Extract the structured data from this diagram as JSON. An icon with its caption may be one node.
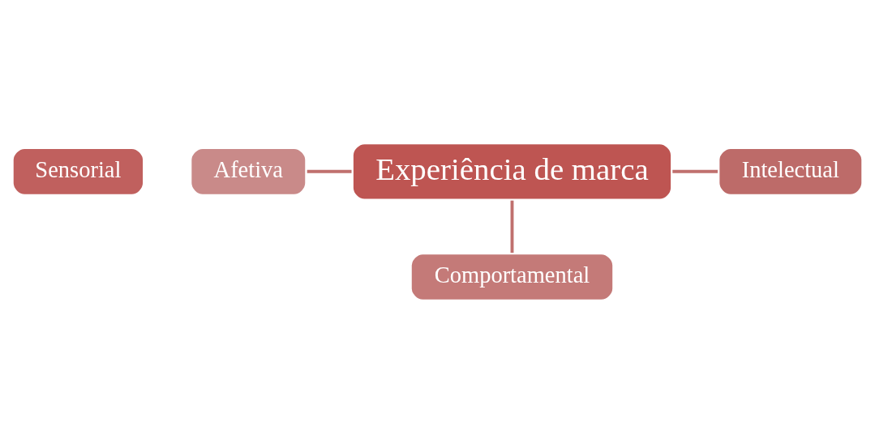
{
  "diagram": {
    "nodes": [
      {
        "text": [
          "Sensorial"
        ]
      },
      {
        "text": [
          "Experiência de marca"
        ]
      },
      {
        "text": [
          "Afetiva"
        ]
      },
      {
        "text": [
          "Intelectual"
        ]
      },
      {
        "text": [
          "Comportamental"
        ]
      }
    ],
    "edges": [
      {
        "from": 1,
        "to": 3,
        "arrow": "none"
      },
      {
        "from": 1,
        "to": 4,
        "arrow": "none"
      },
      {
        "from": 2,
        "to": 1,
        "arrow": "none"
      }
    ]
  }
}
